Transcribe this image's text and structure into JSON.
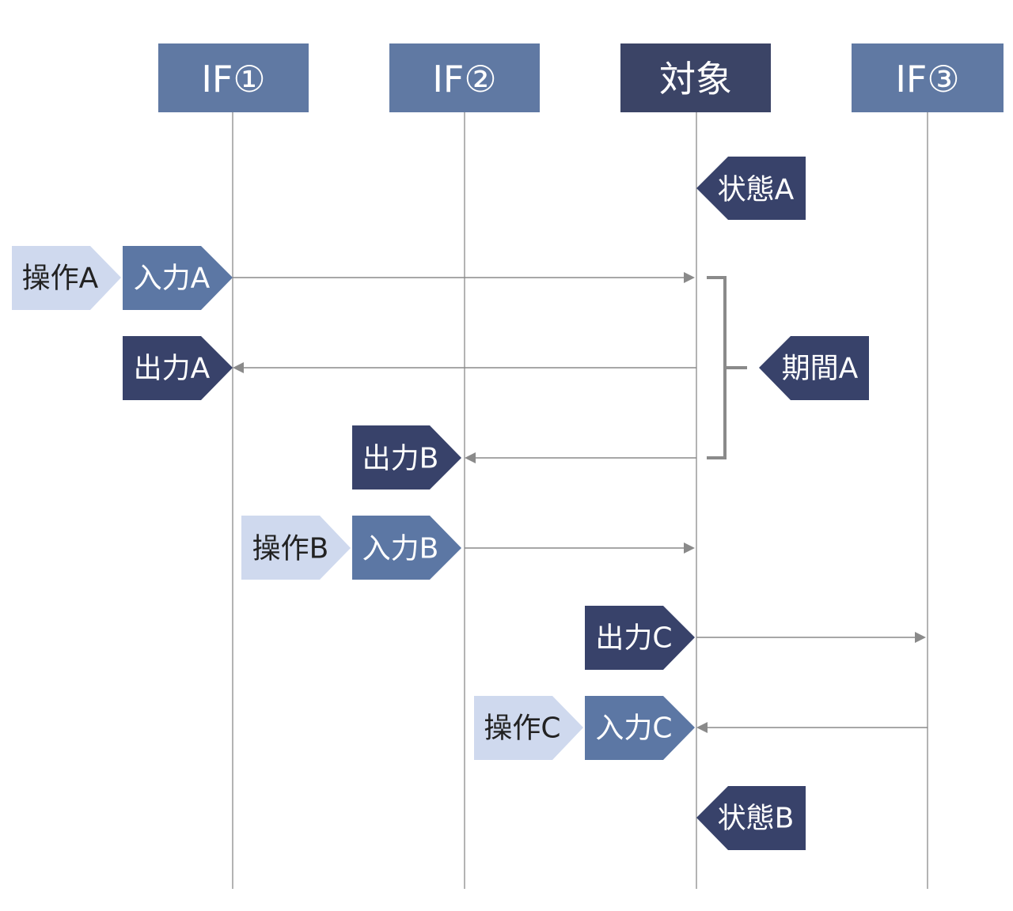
{
  "colors": {
    "header_light": "#6079a3",
    "header_dark": "#3b4466",
    "tag_dark": "#38426a",
    "tag_mid": "#5c77a4",
    "tag_light": "#cfd9ee",
    "lifeline": "#9a9a9a",
    "arrow": "#8a8a8a",
    "bracket": "#8a8a8a",
    "text_on_dark": "#ffffff",
    "text_on_light": "#222222"
  },
  "participants": [
    {
      "id": "if1",
      "label": "IF①"
    },
    {
      "id": "if2",
      "label": "IF②"
    },
    {
      "id": "target",
      "label": "対象"
    },
    {
      "id": "if3",
      "label": "IF③"
    }
  ],
  "tags": {
    "state_a": "状態A",
    "op_a": "操作A",
    "in_a": "入力A",
    "out_a": "出力A",
    "period_a": "期間A",
    "out_b": "出力B",
    "op_b": "操作B",
    "in_b": "入力B",
    "out_c": "出力C",
    "op_c": "操作C",
    "in_c": "入力C",
    "state_b": "状態B"
  },
  "messages": [
    {
      "name": "message-input-a",
      "from": "if1",
      "to": "target"
    },
    {
      "name": "message-output-a",
      "from": "target",
      "to": "if1"
    },
    {
      "name": "message-output-b",
      "from": "target",
      "to": "if2"
    },
    {
      "name": "message-input-b",
      "from": "if2",
      "to": "target"
    },
    {
      "name": "message-output-c",
      "from": "target",
      "to": "if3"
    },
    {
      "name": "message-input-c",
      "from": "if3",
      "to": "target"
    }
  ]
}
